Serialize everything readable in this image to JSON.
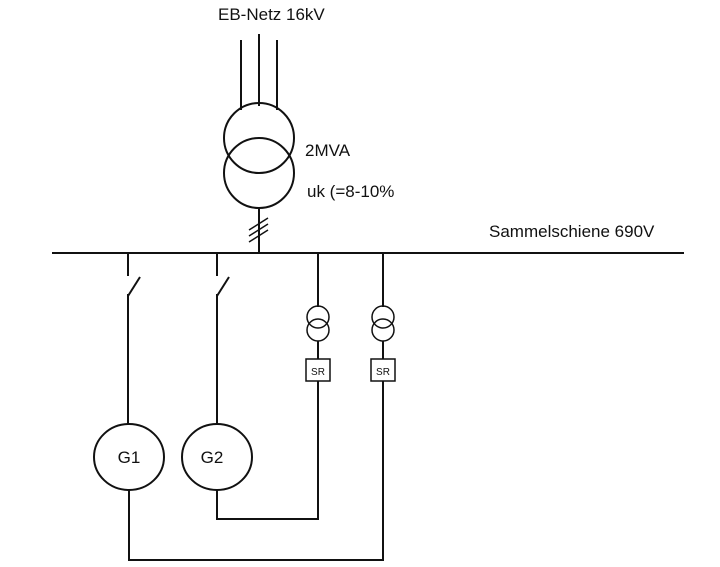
{
  "diagram": {
    "type": "single-line electrical schematic",
    "grid_label": "EB-Netz 16kV",
    "main_transformer": {
      "rating": "2MVA",
      "impedance": "uk (=8-10%"
    },
    "busbar_label": "Sammelschiene 690V",
    "generators": [
      {
        "label": "G1"
      },
      {
        "label": "G2"
      }
    ],
    "converters": [
      {
        "label": "SR"
      },
      {
        "label": "SR"
      }
    ],
    "line_color": "#111111",
    "background": "#ffffff"
  }
}
